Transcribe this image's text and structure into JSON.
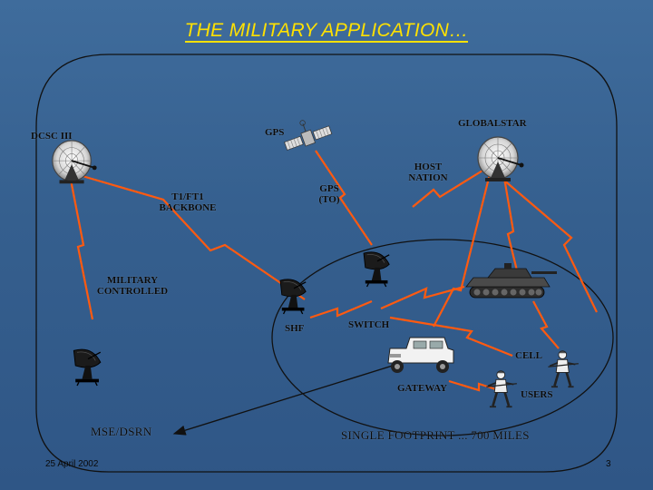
{
  "title": "THE MILITARY APPLICATION…",
  "labels": {
    "dcsc": "DCSC III",
    "gps": "GPS",
    "globalstar": "GLOBALSTAR",
    "host_nation": "HOST NATION",
    "gps_to": "GPS (TO)",
    "backbone": "T1/FT1 BACKBONE",
    "military_controlled": "MILITARY CONTROLLED",
    "shf": "SHF",
    "switch": "SWITCH",
    "cell": "CELL",
    "gateway": "GATEWAY",
    "users": "USERS",
    "mse": "MSE/DSRN",
    "footprint": "SINGLE FOOTPRINT ... 700 MILES"
  },
  "footer": {
    "date": "25 April 2002",
    "page": "3"
  },
  "colors": {
    "title": "#ffe100",
    "links": "#ff5a10",
    "outline": "#111111"
  },
  "icons": [
    "dish-antenna-icon",
    "satellite-icon",
    "tank-icon",
    "humvee-icon",
    "soldier-icon"
  ]
}
